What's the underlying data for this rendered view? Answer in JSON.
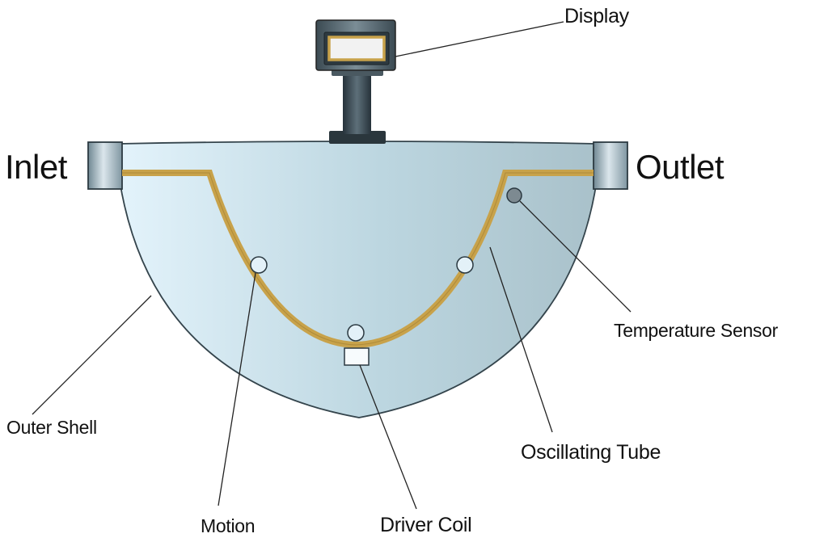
{
  "labels": {
    "display": "Display",
    "inlet": "Inlet",
    "outlet": "Outlet",
    "temperature_sensor": "Temperature Sensor",
    "outer_shell": "Outer Shell",
    "oscillating_tube": "Oscillating Tube",
    "motion": "Motion",
    "driver_coil": "Driver Coil"
  },
  "colors": {
    "tube": "#c8a24a",
    "shell_light": "#dfeff6",
    "shell_dark": "#aec6cf",
    "metal_light": "#d7e3ea",
    "metal_dark": "#6f8792",
    "display_frame": "#4a5a63",
    "display_screen": "#f2f2f2",
    "stem": "#3c4a52",
    "sensor_dark": "#7d8a91",
    "sensor_light": "#e3f1f8",
    "line": "#222222"
  }
}
